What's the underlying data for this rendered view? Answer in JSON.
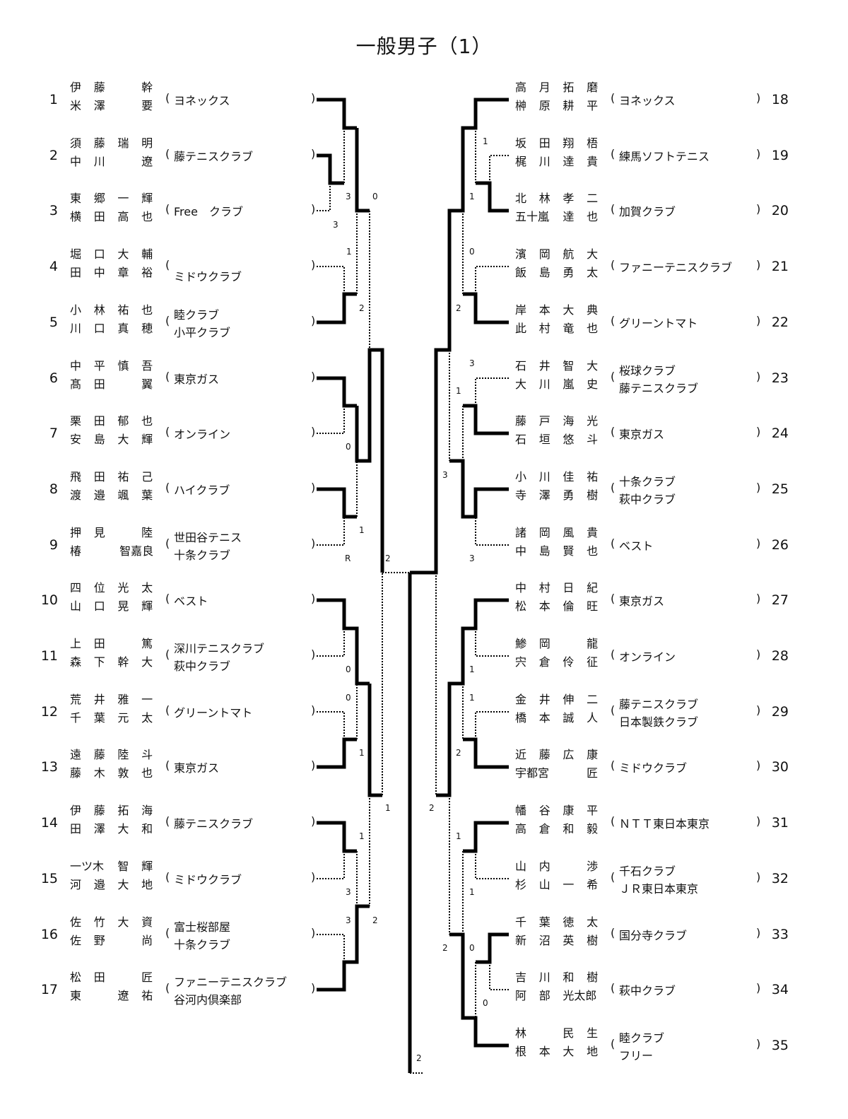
{
  "title": "一般男子（1）",
  "left_entries": [
    {
      "no": "1",
      "p1": [
        "伊",
        "藤",
        "",
        "幹"
      ],
      "p2": [
        "米",
        "澤",
        "",
        "要"
      ],
      "club": [
        "ヨネックス"
      ]
    },
    {
      "no": "2",
      "p1": [
        "須",
        "藤",
        "瑞",
        "明"
      ],
      "p2": [
        "中",
        "川",
        "",
        "遼"
      ],
      "club": [
        "藤テニスクラブ"
      ]
    },
    {
      "no": "3",
      "p1": [
        "東",
        "郷",
        "一",
        "輝"
      ],
      "p2": [
        "横",
        "田",
        "高",
        "也"
      ],
      "club": [
        "Free　クラブ"
      ]
    },
    {
      "no": "4",
      "p1": [
        "堀",
        "口",
        "大",
        "輔"
      ],
      "p2": [
        "田",
        "中",
        "章",
        "裕"
      ],
      "club": [
        "",
        "ミドウクラブ"
      ]
    },
    {
      "no": "5",
      "p1": [
        "小",
        "林",
        "祐",
        "也"
      ],
      "p2": [
        "川",
        "口",
        "真",
        "穂"
      ],
      "club": [
        "睦クラブ",
        "小平クラブ"
      ]
    },
    {
      "no": "6",
      "p1": [
        "中",
        "平",
        "慎",
        "吾"
      ],
      "p2": [
        "髙",
        "田",
        "",
        "翼"
      ],
      "club": [
        "東京ガス"
      ]
    },
    {
      "no": "7",
      "p1": [
        "栗",
        "田",
        "郁",
        "也"
      ],
      "p2": [
        "安",
        "島",
        "大",
        "輝"
      ],
      "club": [
        "オンライン"
      ]
    },
    {
      "no": "8",
      "p1": [
        "飛",
        "田",
        "祐",
        "己"
      ],
      "p2": [
        "渡",
        "邉",
        "颯",
        "葉"
      ],
      "club": [
        "ハイクラブ"
      ]
    },
    {
      "no": "9",
      "p1": [
        "押",
        "見",
        "",
        "陸"
      ],
      "p2": [
        "椿",
        "",
        "",
        "智嘉良"
      ],
      "club": [
        "世田谷テニス",
        "十条クラブ"
      ]
    },
    {
      "no": "10",
      "p1": [
        "四",
        "位",
        "光",
        "太"
      ],
      "p2": [
        "山",
        "口",
        "晃",
        "輝"
      ],
      "club": [
        "ベスト"
      ]
    },
    {
      "no": "11",
      "p1": [
        "上",
        "田",
        "",
        "篤"
      ],
      "p2": [
        "森",
        "下",
        "幹",
        "大"
      ],
      "club": [
        "深川テニスクラブ",
        "萩中クラブ"
      ]
    },
    {
      "no": "12",
      "p1": [
        "荒",
        "井",
        "雅",
        "一"
      ],
      "p2": [
        "千",
        "葉",
        "元",
        "太"
      ],
      "club": [
        "グリーントマト"
      ]
    },
    {
      "no": "13",
      "p1": [
        "遠",
        "藤",
        "陸",
        "斗"
      ],
      "p2": [
        "藤",
        "木",
        "敦",
        "也"
      ],
      "club": [
        "東京ガス"
      ]
    },
    {
      "no": "14",
      "p1": [
        "伊",
        "藤",
        "拓",
        "海"
      ],
      "p2": [
        "田",
        "澤",
        "大",
        "和"
      ],
      "club": [
        "藤テニスクラブ"
      ]
    },
    {
      "no": "15",
      "p1": [
        "一ツ木",
        "",
        "智",
        "輝"
      ],
      "p2": [
        "河",
        "邉",
        "大",
        "地"
      ],
      "club": [
        "ミドウクラブ"
      ]
    },
    {
      "no": "16",
      "p1": [
        "佐",
        "竹",
        "大",
        "資"
      ],
      "p2": [
        "佐",
        "野",
        "",
        "尚"
      ],
      "club": [
        "富士桜部屋",
        "十条クラブ"
      ]
    },
    {
      "no": "17",
      "p1": [
        "松",
        "田",
        "",
        "匠"
      ],
      "p2": [
        "東",
        "",
        "遼",
        "祐"
      ],
      "club": [
        "ファニーテニスクラブ",
        "谷河内倶楽部"
      ]
    }
  ],
  "right_entries": [
    {
      "no": "18",
      "p1": [
        "高",
        "月",
        "拓",
        "磨"
      ],
      "p2": [
        "榊",
        "原",
        "耕",
        "平"
      ],
      "club": [
        "ヨネックス"
      ]
    },
    {
      "no": "19",
      "p1": [
        "坂",
        "田",
        "翔",
        "梧"
      ],
      "p2": [
        "梶",
        "川",
        "達",
        "貴"
      ],
      "club": [
        "練馬ソフトテニス"
      ]
    },
    {
      "no": "20",
      "p1": [
        "北",
        "林",
        "孝",
        "二"
      ],
      "p2": [
        "五十嵐",
        "",
        "達",
        "也"
      ],
      "club": [
        "加賀クラブ"
      ]
    },
    {
      "no": "21",
      "p1": [
        "濱",
        "岡",
        "航",
        "大"
      ],
      "p2": [
        "飯",
        "島",
        "勇",
        "太"
      ],
      "club": [
        "ファニーテニスクラブ"
      ]
    },
    {
      "no": "22",
      "p1": [
        "岸",
        "本",
        "大",
        "典"
      ],
      "p2": [
        "此",
        "村",
        "竜",
        "也"
      ],
      "club": [
        "グリーントマト"
      ]
    },
    {
      "no": "23",
      "p1": [
        "石",
        "井",
        "智",
        "大"
      ],
      "p2": [
        "大",
        "川",
        "嵐",
        "史"
      ],
      "club": [
        "桜球クラブ",
        "藤テニスクラブ"
      ]
    },
    {
      "no": "24",
      "p1": [
        "藤",
        "戸",
        "海",
        "光"
      ],
      "p2": [
        "石",
        "垣",
        "悠",
        "斗"
      ],
      "club": [
        "東京ガス"
      ]
    },
    {
      "no": "25",
      "p1": [
        "小",
        "川",
        "佳",
        "祐"
      ],
      "p2": [
        "寺",
        "澤",
        "勇",
        "樹"
      ],
      "club": [
        "十条クラブ",
        "萩中クラブ"
      ]
    },
    {
      "no": "26",
      "p1": [
        "諸",
        "岡",
        "風",
        "貴"
      ],
      "p2": [
        "中",
        "島",
        "賢",
        "也"
      ],
      "club": [
        "ベスト"
      ]
    },
    {
      "no": "27",
      "p1": [
        "中",
        "村",
        "日",
        "紀"
      ],
      "p2": [
        "松",
        "本",
        "倫",
        "旺"
      ],
      "club": [
        "東京ガス"
      ]
    },
    {
      "no": "28",
      "p1": [
        "鯵",
        "岡",
        "",
        "龍"
      ],
      "p2": [
        "宍",
        "倉",
        "伶",
        "征"
      ],
      "club": [
        "オンライン"
      ]
    },
    {
      "no": "29",
      "p1": [
        "金",
        "井",
        "伸",
        "二"
      ],
      "p2": [
        "橋",
        "本",
        "誠",
        "人"
      ],
      "club": [
        "藤テニスクラブ",
        "日本製鉄クラブ"
      ]
    },
    {
      "no": "30",
      "p1": [
        "近",
        "藤",
        "広",
        "康"
      ],
      "p2": [
        "宇都宮",
        "",
        "",
        "匠"
      ],
      "club": [
        "ミドウクラブ"
      ]
    },
    {
      "no": "31",
      "p1": [
        "幡",
        "谷",
        "康",
        "平"
      ],
      "p2": [
        "高",
        "倉",
        "和",
        "毅"
      ],
      "club": [
        "ＮＴＴ東日本東京"
      ]
    },
    {
      "no": "32",
      "p1": [
        "山",
        "内",
        "",
        "渉"
      ],
      "p2": [
        "杉",
        "山",
        "一",
        "希"
      ],
      "club": [
        "千石クラブ",
        "ＪＲ東日本東京"
      ]
    },
    {
      "no": "33",
      "p1": [
        "千",
        "葉",
        "徳",
        "太"
      ],
      "p2": [
        "新",
        "沼",
        "英",
        "樹"
      ],
      "club": [
        "国分寺クラブ"
      ]
    },
    {
      "no": "34",
      "p1": [
        "吉",
        "川",
        "和",
        "樹"
      ],
      "p2": [
        "阿",
        "部",
        "光太郎",
        ""
      ],
      "club": [
        "萩中クラブ"
      ]
    },
    {
      "no": "35",
      "p1": [
        "林",
        "",
        "民",
        "生"
      ],
      "p2": [
        "根",
        "本",
        "大",
        "地"
      ],
      "club": [
        "睦クラブ",
        "フリー"
      ]
    }
  ],
  "paren_open": "(",
  "paren_close": ")",
  "left_scores": [
    "3",
    "0",
    "3",
    "1",
    "2",
    "0",
    "1",
    "R",
    "2",
    "0",
    "0",
    "1",
    "1",
    "1",
    "3",
    "3",
    "2"
  ],
  "right_scores": [
    "1",
    "1",
    "0",
    "2",
    "3",
    "1",
    "3",
    "3",
    "1",
    "1",
    "2",
    "2",
    "1",
    "1",
    "2",
    "0",
    "0",
    "2"
  ]
}
